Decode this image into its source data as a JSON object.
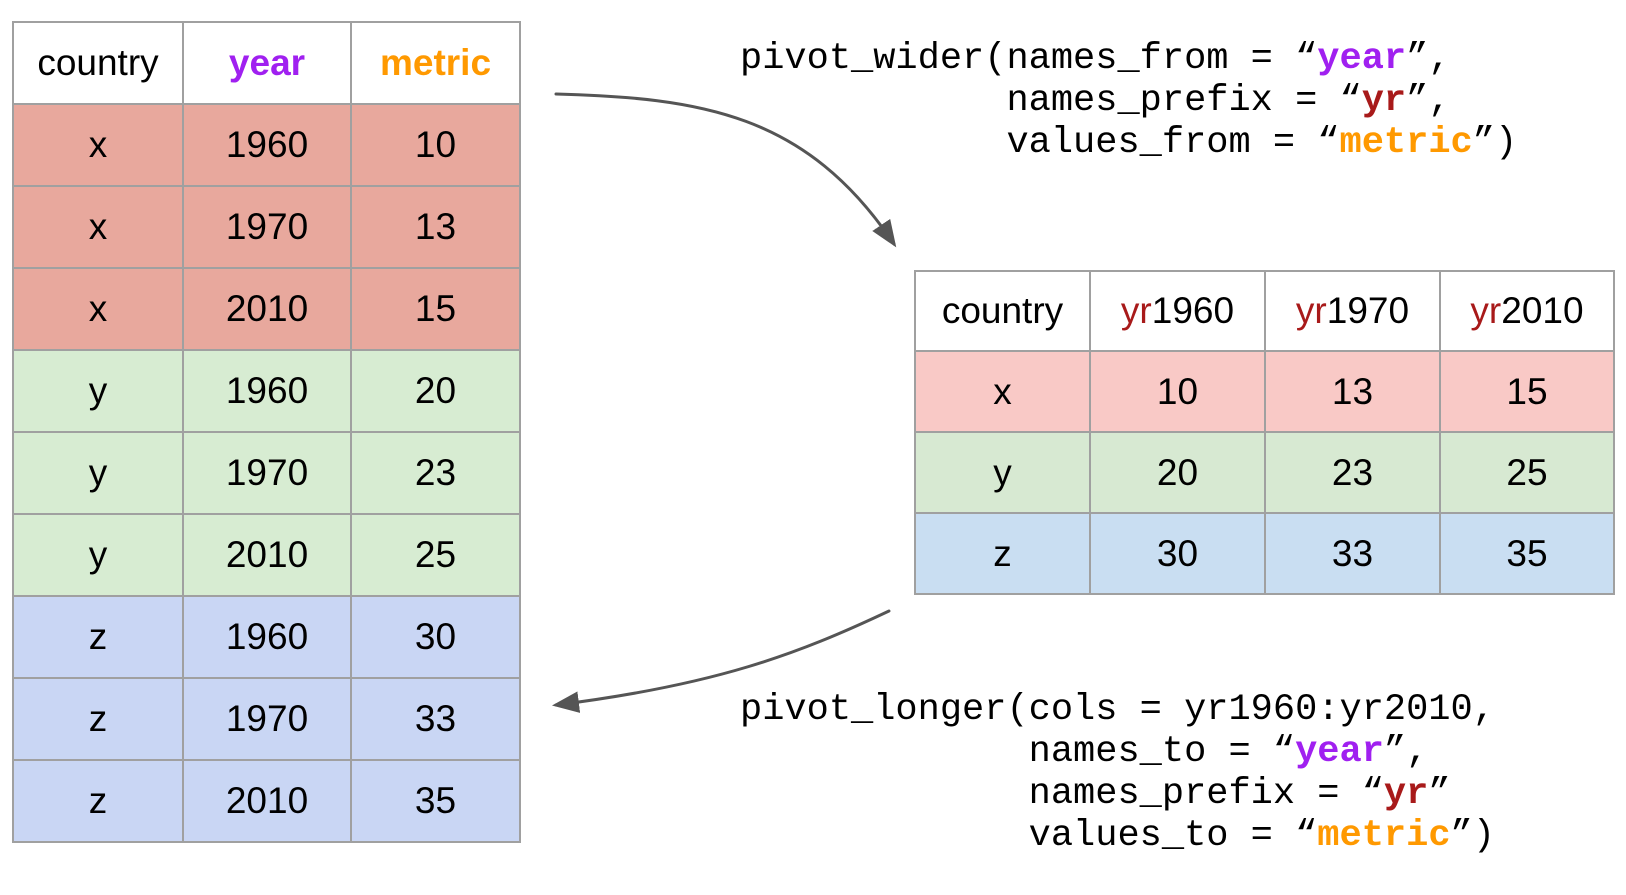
{
  "colors": {
    "purple": "#a020f0",
    "orange": "#ff9900",
    "dark_red": "#a81a1a",
    "code_black": "#000000",
    "arrow_gray": "#555555",
    "table_border": "#a0a0a0",
    "header_bg": "#ffffff",
    "left_row_colors": {
      "x": "#e8a89d",
      "y": "#d7ecd2",
      "z": "#c9d6f4"
    },
    "right_row_colors": {
      "x": "#f9c9c6",
      "y": "#d7e9d2",
      "z": "#c9def2"
    }
  },
  "left_table": {
    "columns": [
      {
        "label": "country",
        "color": "#000000",
        "bold": false
      },
      {
        "label": "year",
        "color": "#a020f0",
        "bold": true
      },
      {
        "label": "metric",
        "color": "#ff9900",
        "bold": true
      }
    ],
    "rows": [
      {
        "group": "x",
        "country": "x",
        "year": "1960",
        "metric": "10"
      },
      {
        "group": "x",
        "country": "x",
        "year": "1970",
        "metric": "13"
      },
      {
        "group": "x",
        "country": "x",
        "year": "2010",
        "metric": "15"
      },
      {
        "group": "y",
        "country": "y",
        "year": "1960",
        "metric": "20"
      },
      {
        "group": "y",
        "country": "y",
        "year": "1970",
        "metric": "23"
      },
      {
        "group": "y",
        "country": "y",
        "year": "2010",
        "metric": "25"
      },
      {
        "group": "z",
        "country": "z",
        "year": "1960",
        "metric": "30"
      },
      {
        "group": "z",
        "country": "z",
        "year": "1970",
        "metric": "33"
      },
      {
        "group": "z",
        "country": "z",
        "year": "2010",
        "metric": "35"
      }
    ]
  },
  "right_table": {
    "columns": [
      {
        "segments": [
          {
            "text": "country",
            "color": "#000000"
          }
        ]
      },
      {
        "segments": [
          {
            "text": "yr",
            "color": "#a81a1a"
          },
          {
            "text": "1960",
            "color": "#000000"
          }
        ]
      },
      {
        "segments": [
          {
            "text": "yr",
            "color": "#a81a1a"
          },
          {
            "text": "1970",
            "color": "#000000"
          }
        ]
      },
      {
        "segments": [
          {
            "text": "yr",
            "color": "#a81a1a"
          },
          {
            "text": "2010",
            "color": "#000000"
          }
        ]
      }
    ],
    "rows": [
      {
        "group": "x",
        "country": "x",
        "values": [
          "10",
          "13",
          "15"
        ]
      },
      {
        "group": "y",
        "country": "y",
        "values": [
          "20",
          "23",
          "25"
        ]
      },
      {
        "group": "z",
        "country": "z",
        "values": [
          "30",
          "33",
          "35"
        ]
      }
    ]
  },
  "code_pivot_wider": {
    "lines": [
      [
        {
          "text": "pivot_wider(names_from = “"
        },
        {
          "text": "year",
          "color": "#a020f0",
          "bold": true
        },
        {
          "text": "”,"
        }
      ],
      [
        {
          "text": "            names_prefix = “"
        },
        {
          "text": "yr",
          "color": "#a81a1a",
          "bold": true
        },
        {
          "text": "”,"
        }
      ],
      [
        {
          "text": "            values_from = “"
        },
        {
          "text": "metric",
          "color": "#ff9900",
          "bold": true
        },
        {
          "text": "”)"
        }
      ]
    ]
  },
  "code_pivot_longer": {
    "lines": [
      [
        {
          "text": "pivot_longer(cols = yr1960:yr2010,"
        }
      ],
      [
        {
          "text": "             names_to = “"
        },
        {
          "text": "year",
          "color": "#a020f0",
          "bold": true
        },
        {
          "text": "”,"
        }
      ],
      [
        {
          "text": "             names_prefix = “"
        },
        {
          "text": "yr",
          "color": "#a81a1a",
          "bold": true
        },
        {
          "text": "”"
        }
      ],
      [
        {
          "text": "             values_to = “"
        },
        {
          "text": "metric",
          "color": "#ff9900",
          "bold": true
        },
        {
          "text": "”)"
        }
      ]
    ]
  }
}
